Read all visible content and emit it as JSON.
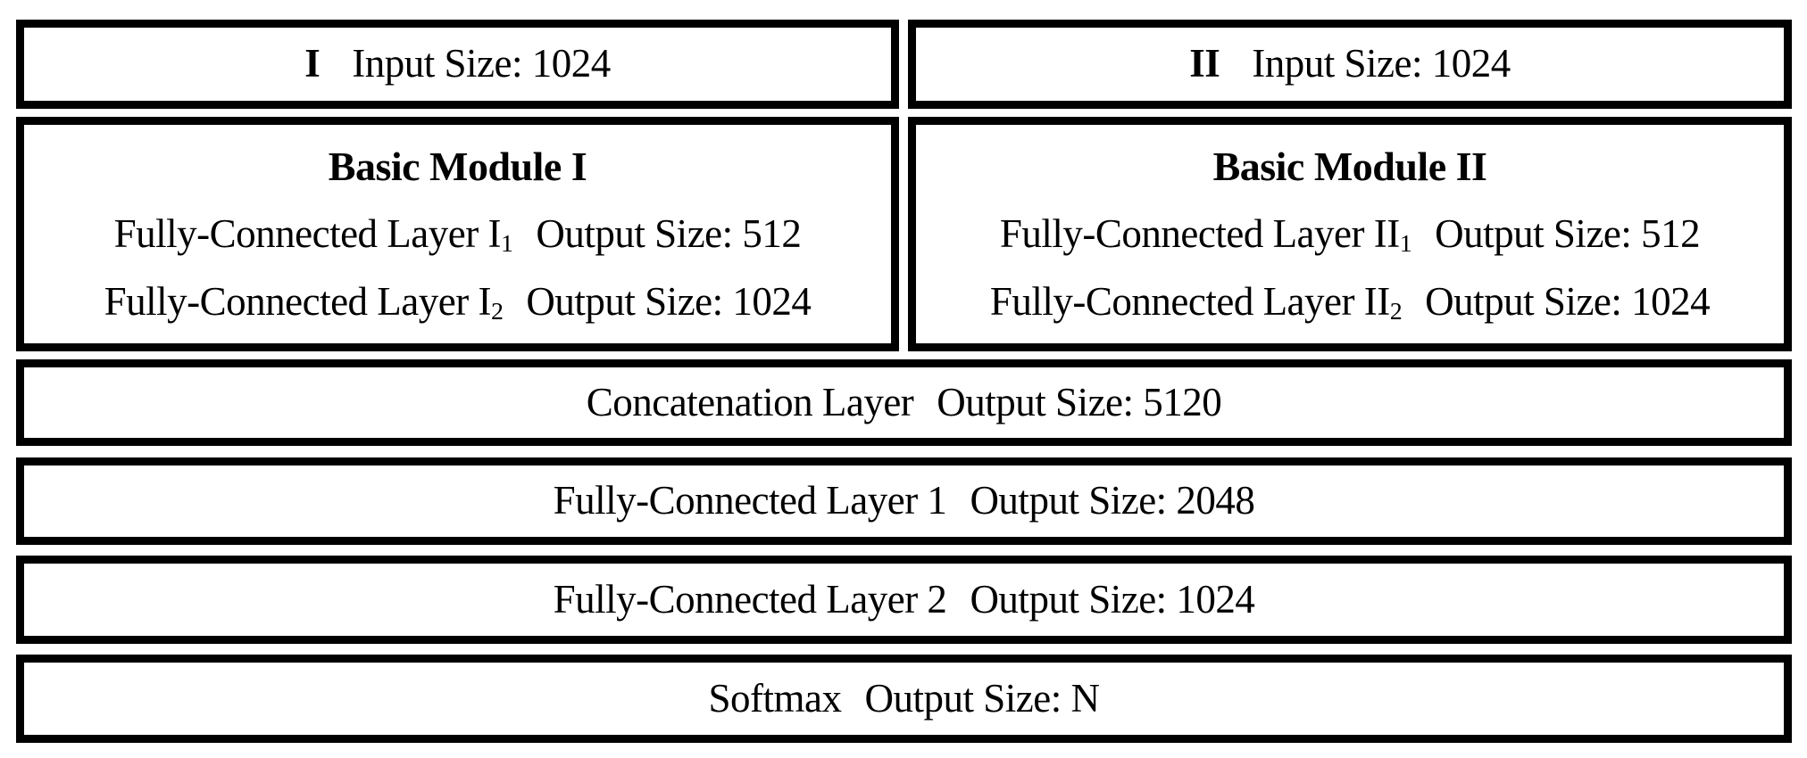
{
  "figure": {
    "type": "neural-network-architecture-diagram",
    "colors": {
      "background": "#ffffff",
      "border": "#000000",
      "text": "#000000"
    }
  },
  "inputs": [
    {
      "numeral": "I",
      "label": "Input Size: 1024"
    },
    {
      "numeral": "II",
      "label": "Input Size: 1024"
    }
  ],
  "modules": [
    {
      "title": "Basic Module I",
      "layers": [
        {
          "name": "Fully-Connected Layer I",
          "subscript": "1",
          "output": "Output Size: 512"
        },
        {
          "name": "Fully-Connected Layer I",
          "subscript": "2",
          "output": "Output Size: 1024"
        }
      ]
    },
    {
      "title": "Basic Module II",
      "layers": [
        {
          "name": "Fully-Connected Layer II",
          "subscript": "1",
          "output": "Output Size: 512"
        },
        {
          "name": "Fully-Connected Layer II",
          "subscript": "2",
          "output": "Output Size: 1024"
        }
      ]
    }
  ],
  "stack": [
    {
      "name": "Concatenation Layer",
      "output": "Output Size: 5120"
    },
    {
      "name": "Fully-Connected Layer 1",
      "output": "Output Size: 2048"
    },
    {
      "name": "Fully-Connected Layer 2",
      "output": "Output Size: 1024"
    },
    {
      "name": "Softmax",
      "output": "Output Size: N"
    }
  ]
}
